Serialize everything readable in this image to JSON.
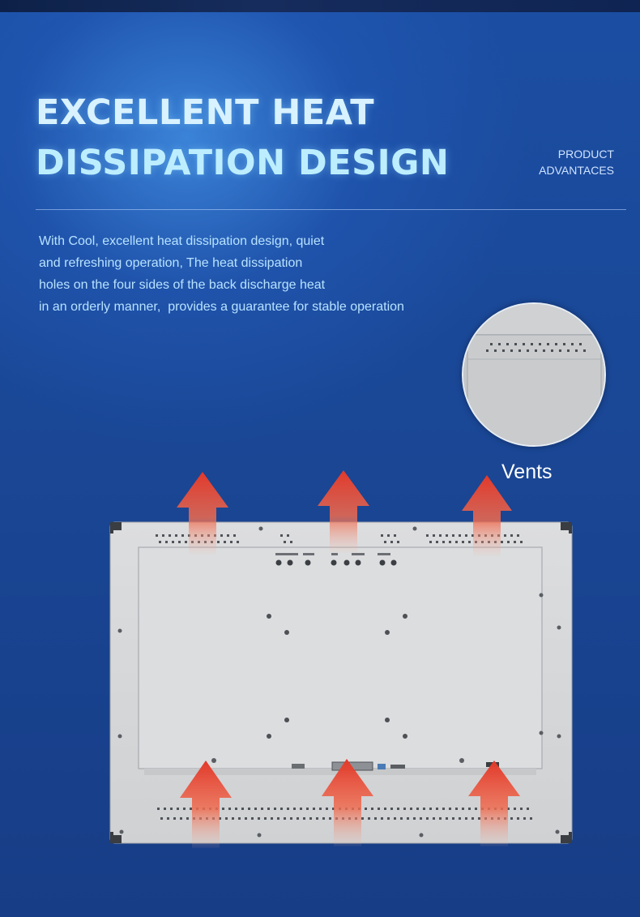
{
  "heading": {
    "line1": "EXCELLENT HEAT",
    "line2": "DISSIPATION DESIGN"
  },
  "tag": {
    "line1": "PRODUCT",
    "line2": "ADVANTACES"
  },
  "description": {
    "lines": [
      "With Cool, excellent heat dissipation design, quiet",
      "and refreshing operation, The heat dissipation",
      "holes on the four sides of the back discharge heat",
      "in an orderly manner,  provides a guarantee for stable operation"
    ]
  },
  "callout": {
    "label": "Vents"
  },
  "colors": {
    "background": "#1a4796",
    "heading": "#d8f2ff",
    "description": "#b7e2ff",
    "arrow": "#e2392a",
    "panel": "#d8d9da"
  }
}
